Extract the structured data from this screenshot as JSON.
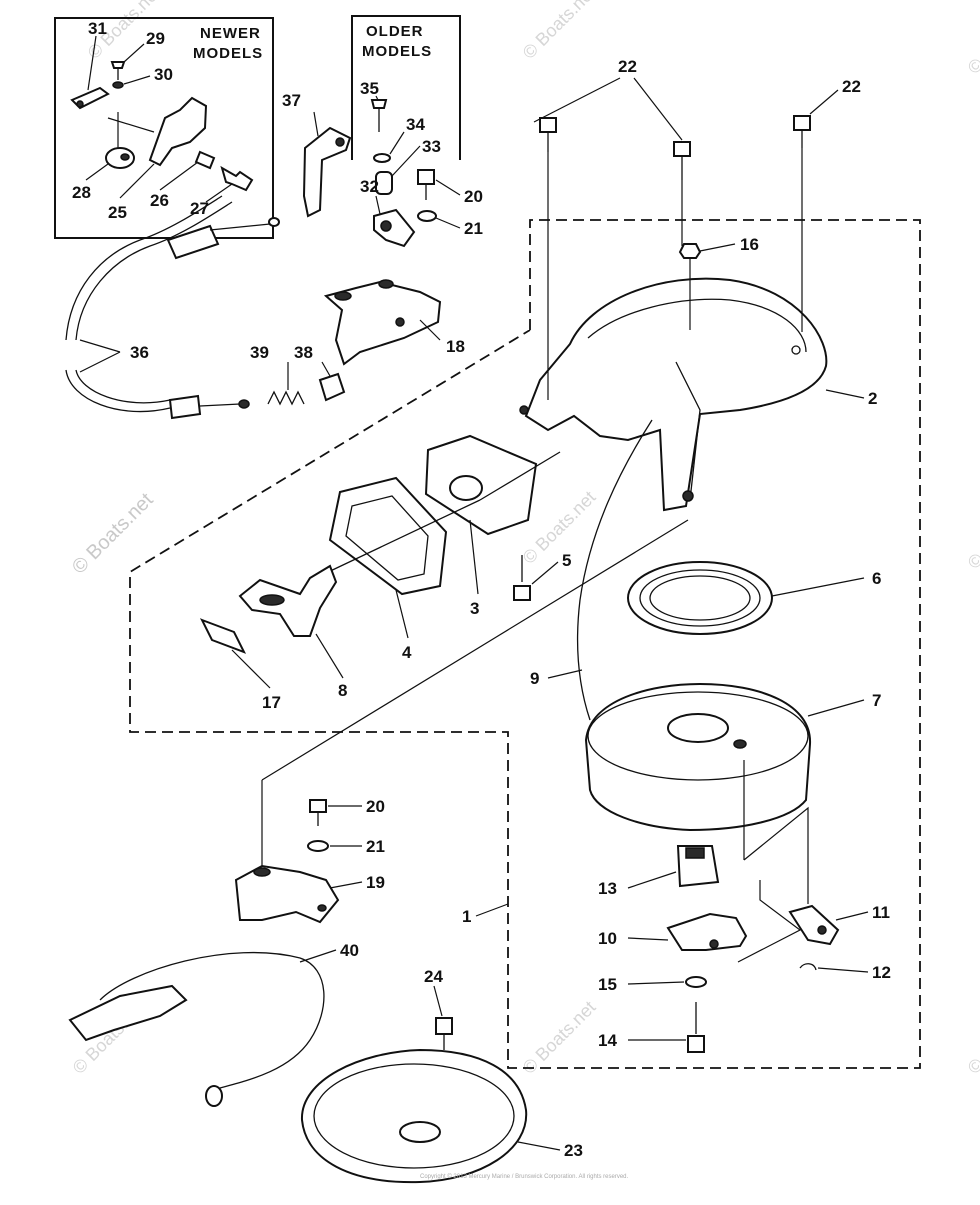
{
  "diagram": {
    "headers": {
      "newer": [
        "NEWER",
        "MODELS"
      ],
      "older": [
        "OLDER",
        "MODELS"
      ]
    },
    "labels": {
      "l1": "1",
      "l2": "2",
      "l3": "3",
      "l4": "4",
      "l5": "5",
      "l6": "6",
      "l7": "7",
      "l8": "8",
      "l9": "9",
      "l10": "10",
      "l11": "11",
      "l12": "12",
      "l13": "13",
      "l14": "14",
      "l15": "15",
      "l16": "16",
      "l17": "17",
      "l18": "18",
      "l19": "19",
      "l20a": "20",
      "l20b": "20",
      "l21a": "21",
      "l21b": "21",
      "l22a": "22",
      "l22b": "22",
      "l23": "23",
      "l24": "24",
      "l25": "25",
      "l26": "26",
      "l27": "27",
      "l28": "28",
      "l29": "29",
      "l30": "30",
      "l31": "31",
      "l32": "32",
      "l33": "33",
      "l34": "34",
      "l35": "35",
      "l36": "36",
      "l37": "37",
      "l38": "38",
      "l39": "39",
      "l40": "40"
    },
    "watermark": "© Boats.net",
    "footer": "Copyright © 2013 Mercury Marine / Brunswick Corporation. All rights reserved."
  }
}
